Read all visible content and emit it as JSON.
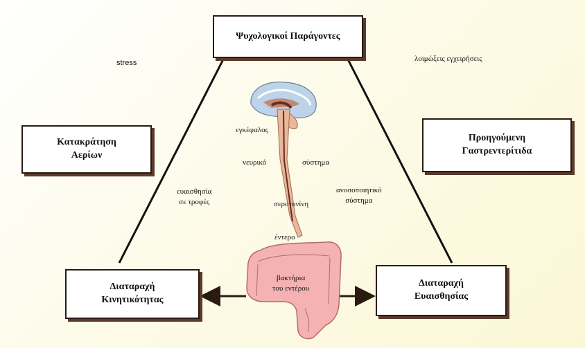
{
  "boxes": {
    "psych": "Ψυχολογικοί Παράγοντες",
    "gas_line1": "Κατακράτηση",
    "gas_line2": "Αερίων",
    "gastro_line1": "Προηγούμενη",
    "gastro_line2": "Γαστρεντερίτιδα",
    "motility_line1": "Διαταραχή",
    "motility_line2": "Κινητικότητας",
    "sensitivity_line1": "Διαταραχή",
    "sensitivity_line2": "Ευαισθησίας"
  },
  "labels": {
    "stress": "stress",
    "infections": "λοιμώξεις εγχειρήσεις",
    "brain": "εγκέφαλος",
    "nervous": "νευρικό",
    "system": "σύστημα",
    "food_sens_line1": "ευαισθησία",
    "food_sens_line2": "σε τροφές",
    "immune_line1": "ανοσοποιητικό",
    "immune_line2": "σύστημα",
    "serotonin": "σεροτονίνη",
    "gut": "έντερο",
    "bacteria_line1": "βακτήρια",
    "bacteria_line2": "του εντέρου"
  },
  "colors": {
    "box_border": "#2a1a12",
    "box_shadow": "#5c3a2a",
    "intestine": "#f4b2b2",
    "intestine_stroke": "#b26a6a",
    "brain": "#bcd3ea",
    "brainstem": "#e8b79c"
  }
}
